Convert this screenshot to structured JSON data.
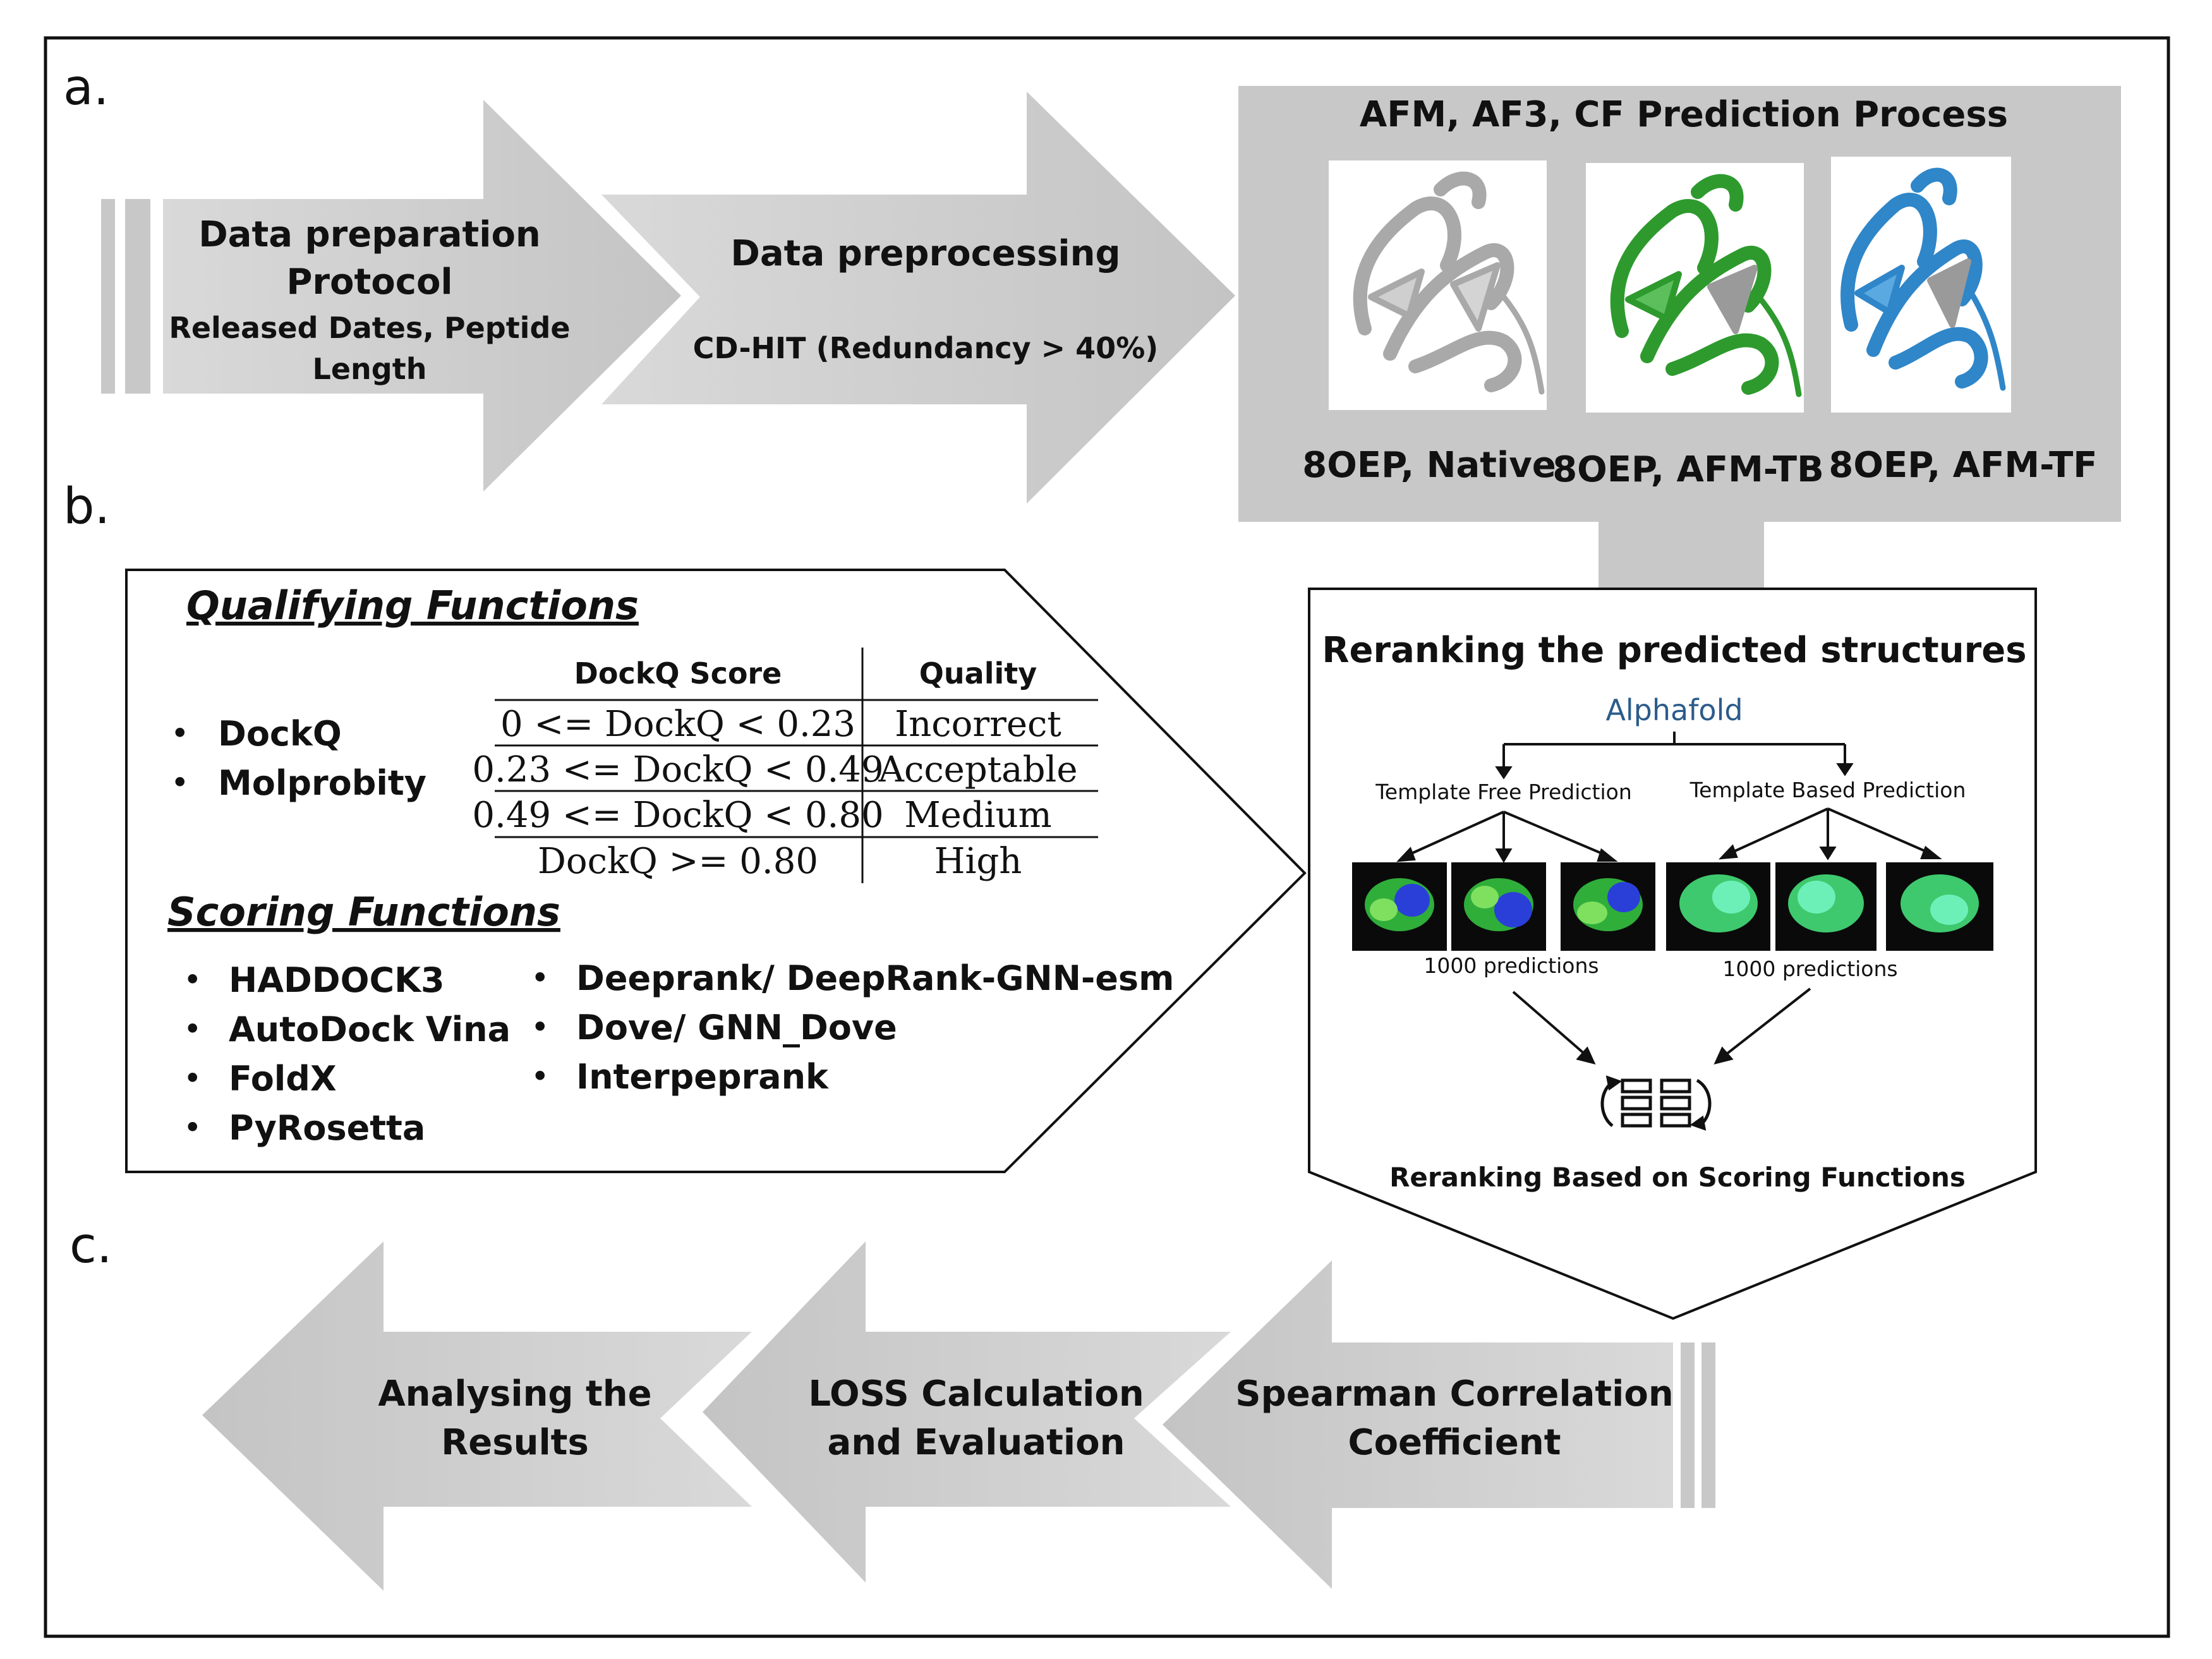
{
  "labels": {
    "a": "a.",
    "b": "b.",
    "c": "c."
  },
  "section_a": {
    "step1": {
      "line1": "Data preparation",
      "line2": "Protocol",
      "line3": "Released Dates, Peptide",
      "line4": "Length"
    },
    "step2": {
      "title": "Data preprocessing",
      "subtitle": "CD-HIT (Redundancy > 40%)"
    },
    "prediction": {
      "title": "AFM, AF3, CF Prediction Process",
      "structures": [
        {
          "caption": "8OEP, Native",
          "color": "#bdbdbd"
        },
        {
          "caption": "8OEP, AFM-TB",
          "color": "#2e9a2e"
        },
        {
          "caption": "8OEP, AFM-TF",
          "color": "#2f86c8"
        }
      ]
    }
  },
  "section_b": {
    "qualifying": {
      "heading": "Qualifying Functions",
      "bullets": [
        "DockQ",
        "Molprobity"
      ],
      "table": {
        "headers": [
          "DockQ Score",
          "Quality"
        ],
        "rows": [
          [
            "0 <= DockQ < 0.23",
            "Incorrect"
          ],
          [
            "0.23 <= DockQ < 0.49",
            "Acceptable"
          ],
          [
            "0.49 <= DockQ < 0.80",
            "Medium"
          ],
          [
            "DockQ >= 0.80",
            "High"
          ]
        ]
      }
    },
    "scoring": {
      "heading": "Scoring Functions",
      "left": [
        "HADDOCK3",
        "AutoDock Vina",
        "FoldX",
        "PyRosetta"
      ],
      "right": [
        "Deeprank/ DeepRank-GNN-esm",
        "Dove/ GNN_Dove",
        "Interpeprank"
      ]
    },
    "reranking": {
      "title": "Reranking the predicted structures",
      "root": "Alphafold",
      "branch_left": "Template Free Prediction",
      "branch_right": "Template Based Prediction",
      "count_left": "1000 predictions",
      "count_right": "1000 predictions",
      "footer": "Reranking Based on Scoring Functions"
    }
  },
  "section_c": {
    "step1": {
      "line1": "Spearman Correlation",
      "line2": "Coefficient"
    },
    "step2": {
      "line1": "LOSS Calculation",
      "line2": "and Evaluation"
    },
    "step3": {
      "line1": "Analysing the",
      "line2": "Results"
    }
  },
  "colors": {
    "arrow_fill": "#c8c8c8",
    "panel_fill": "#c8c8c8",
    "border": "#111111",
    "alphafold_blue": "#2b5c8a"
  }
}
